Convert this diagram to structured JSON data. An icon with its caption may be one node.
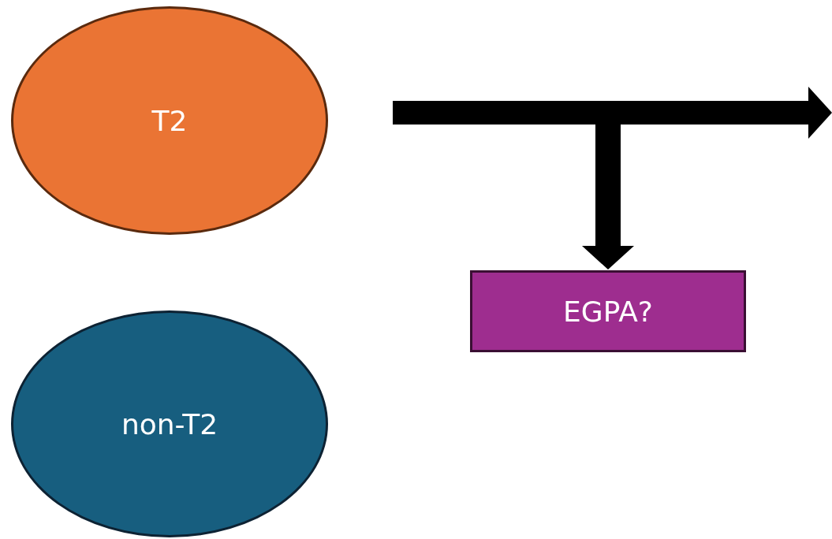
{
  "diagram": {
    "nodes": [
      {
        "text": [
          "T2"
        ]
      },
      {
        "text": [
          "non-T2"
        ]
      },
      {
        "text": [
          "EGPA?"
        ]
      }
    ],
    "edges": [
      {
        "from": null,
        "to": 2,
        "arrow": "to"
      }
    ]
  }
}
